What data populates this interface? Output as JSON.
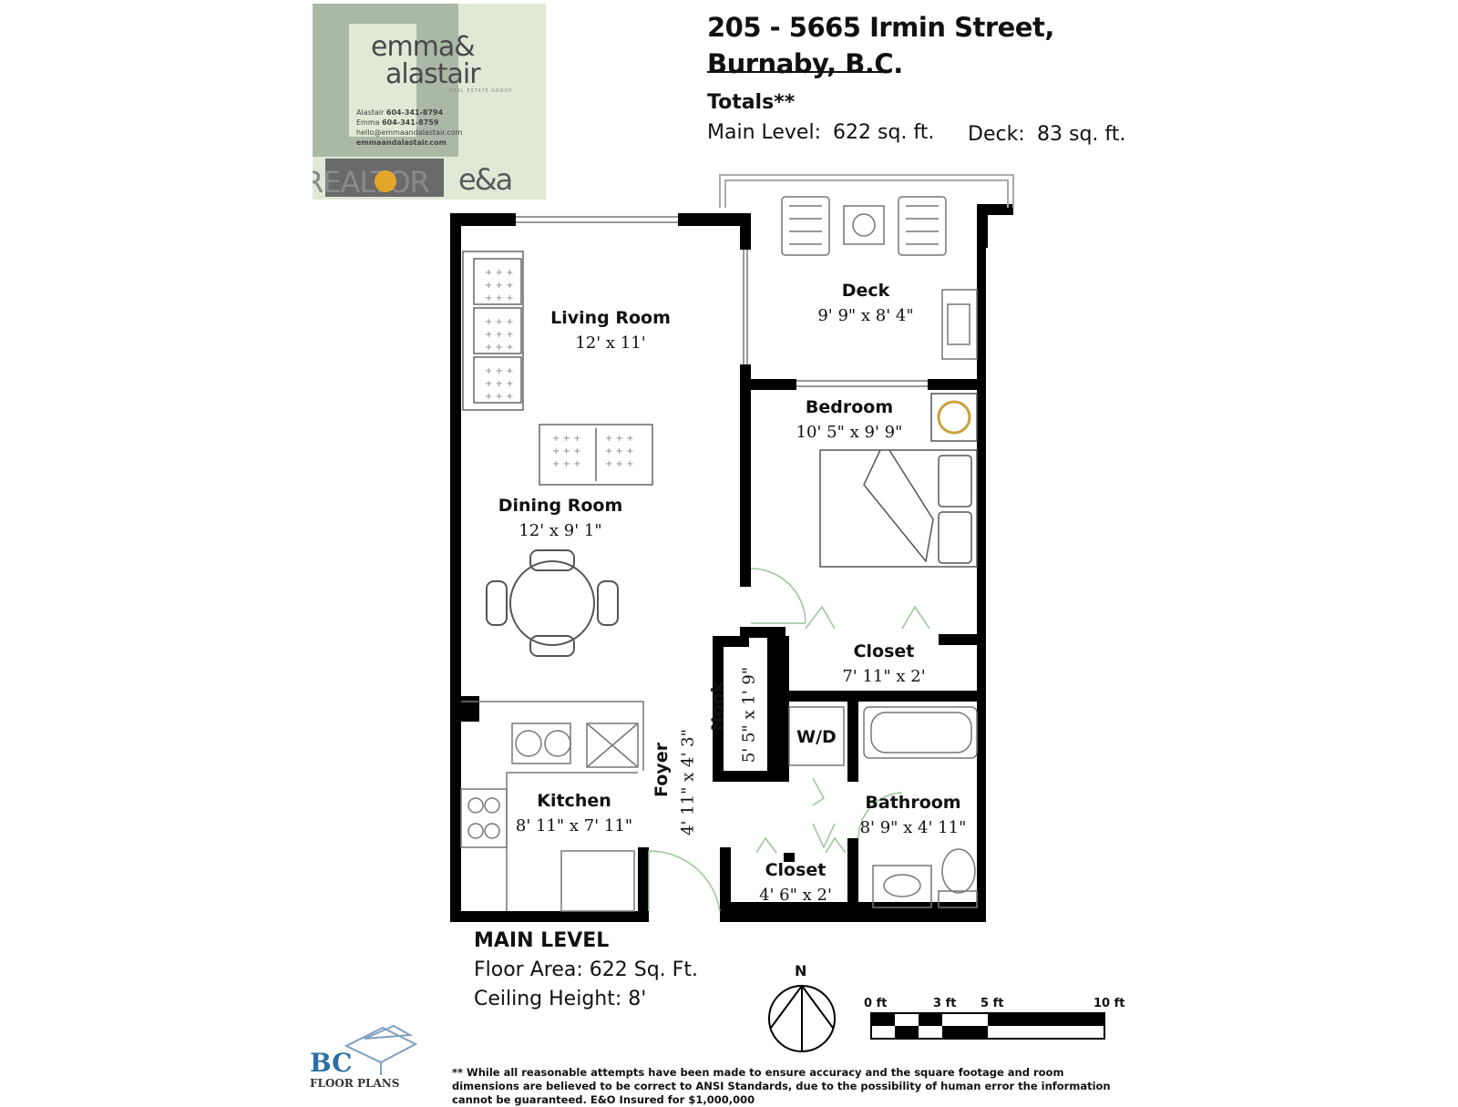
{
  "header": {
    "address_line1": "205 - 5665 Irmin Street,",
    "address_line2": "Burnaby, B.C.",
    "totals_label": "Totals**",
    "main_level_label": "Main Level:",
    "main_level_value": "622 sq. ft.",
    "deck_label": "Deck:",
    "deck_value": "83 sq. ft."
  },
  "logo": {
    "brand_top": "emma&",
    "brand_bottom": "alastair",
    "tagline": "REAL ESTATE GROUP",
    "contact1_name": "Alastair",
    "contact1_phone": "604-341-8794",
    "contact2_name": "Emma",
    "contact2_phone": "604-341-8759",
    "email": "hello@emmaandalastair.com",
    "website": "emmaandalastair.com",
    "realtor_mark": "REALTOR",
    "monogram": "e&a"
  },
  "rooms": {
    "living": {
      "name": "Living Room",
      "dims": "12' x 11'"
    },
    "dining": {
      "name": "Dining Room",
      "dims": "12' x 9' 1\""
    },
    "deck": {
      "name": "Deck",
      "dims": "9' 9\" x 8' 4\""
    },
    "bedroom": {
      "name": "Bedroom",
      "dims": "10' 5\" x 9' 9\""
    },
    "closet_bed": {
      "name": "Closet",
      "dims": "7' 11\" x 2'"
    },
    "nook": {
      "name": "Nook",
      "dims": "5' 5\" x 1' 9\""
    },
    "wd": {
      "name": "W/D"
    },
    "foyer": {
      "name": "Foyer",
      "dims": "4' 11\" x 4' 3\""
    },
    "kitchen": {
      "name": "Kitchen",
      "dims": "8' 11\" x 7' 11\""
    },
    "bathroom": {
      "name": "Bathroom",
      "dims": "8' 9\" x 4' 11\""
    },
    "closet_hall": {
      "name": "Closet",
      "dims": "4' 6\" x 2'"
    }
  },
  "main_level": {
    "title": "MAIN LEVEL",
    "floor_area": "Floor Area: 622 Sq. Ft.",
    "ceiling": "Ceiling Height: 8'"
  },
  "compass": {
    "north": "N"
  },
  "scale": {
    "labels": [
      "0 ft",
      "3 ft",
      "5 ft",
      "10 ft"
    ]
  },
  "footer": {
    "disclaimer": "** While all reasonable attempts have been made to ensure accuracy and the square footage and room dimensions are believed to be correct to ANSI Standards, due to the possibility of human error the information cannot be guaranteed. E&O Insured for $1,000,000",
    "bc_mark": "BC",
    "bc_sub": "FLOOR PLANS"
  }
}
